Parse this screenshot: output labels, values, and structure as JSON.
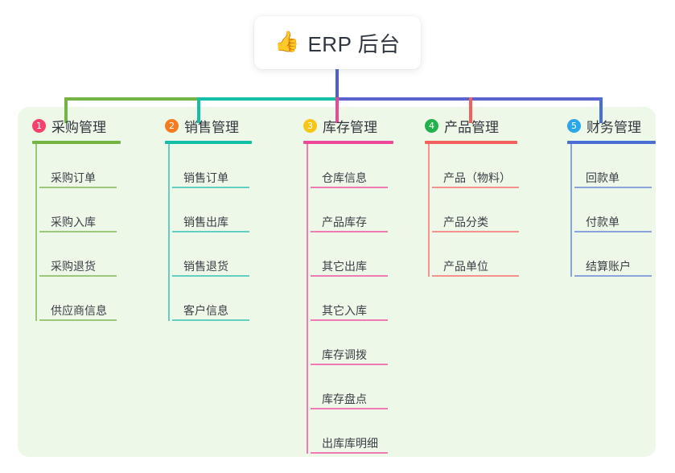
{
  "root": {
    "icon": "thumbs-up-icon",
    "icon_glyph": "👍",
    "label": "ERP 后台"
  },
  "theme": {
    "panel_background": "#eef8e8",
    "page_background": "#ffffff",
    "root_stem": "#4a5fd0",
    "bus_segments": [
      "#74b443",
      "#13bfa6",
      "#5a63cf"
    ]
  },
  "columns": [
    {
      "number": "1",
      "badge_color": "#f5416c",
      "accent": "#74b443",
      "leaf_accent": "#9ac77a",
      "title": "采购管理",
      "items": [
        "采购订单",
        "采购入库",
        "采购退货",
        "供应商信息"
      ]
    },
    {
      "number": "2",
      "badge_color": "#f47b20",
      "accent": "#13bfa6",
      "leaf_accent": "#62cfc0",
      "title": "销售管理",
      "items": [
        "销售订单",
        "销售出库",
        "销售退货",
        "客户信息"
      ]
    },
    {
      "number": "3",
      "badge_color": "#f5c518",
      "accent": "#ec4899",
      "leaf_accent": "#ef7ab4",
      "title": "库存管理",
      "items": [
        "仓库信息",
        "产品库存",
        "其它出库",
        "其它入库",
        "库存调拨",
        "库存盘点",
        "出库库明细"
      ]
    },
    {
      "number": "4",
      "badge_color": "#22b14c",
      "accent": "#f4615c",
      "leaf_accent": "#f7918d",
      "title": "产品管理",
      "items": [
        "产品（物料）",
        "产品分类",
        "产品单位"
      ]
    },
    {
      "number": "5",
      "badge_color": "#2aa7e8",
      "accent": "#4a6fd4",
      "leaf_accent": "#8aa3dd",
      "title": "财务管理",
      "items": [
        "回款单",
        "付款单",
        "结算账户"
      ]
    }
  ]
}
